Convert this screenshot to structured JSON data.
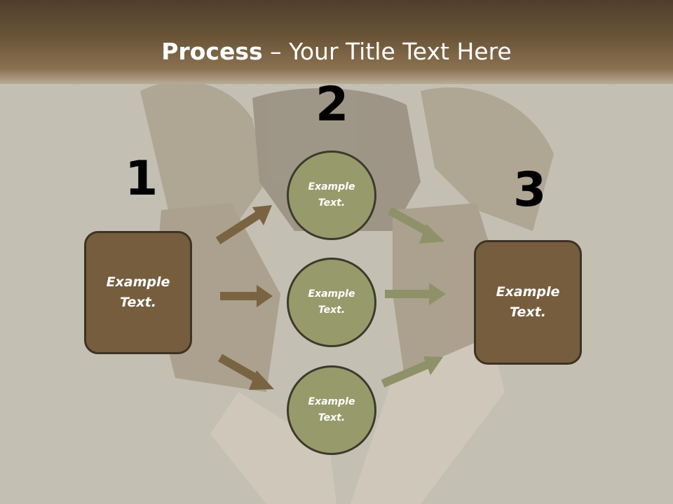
{
  "slide": {
    "title_bold": "Process",
    "title_rest": " – Your Title Text Here",
    "step_numbers": [
      "1",
      "2",
      "3"
    ],
    "left_box": "Example\nText.",
    "circles": [
      "Example\nText.",
      "Example\nText.",
      "Example\nText."
    ],
    "right_box": "Example\nText."
  },
  "colors": {
    "box_fill": "#755d3e",
    "circle_fill": "#979b6c",
    "arrow_brown": "#7a6340",
    "arrow_olive": "#8f9168",
    "background": "#c4bfb3"
  }
}
